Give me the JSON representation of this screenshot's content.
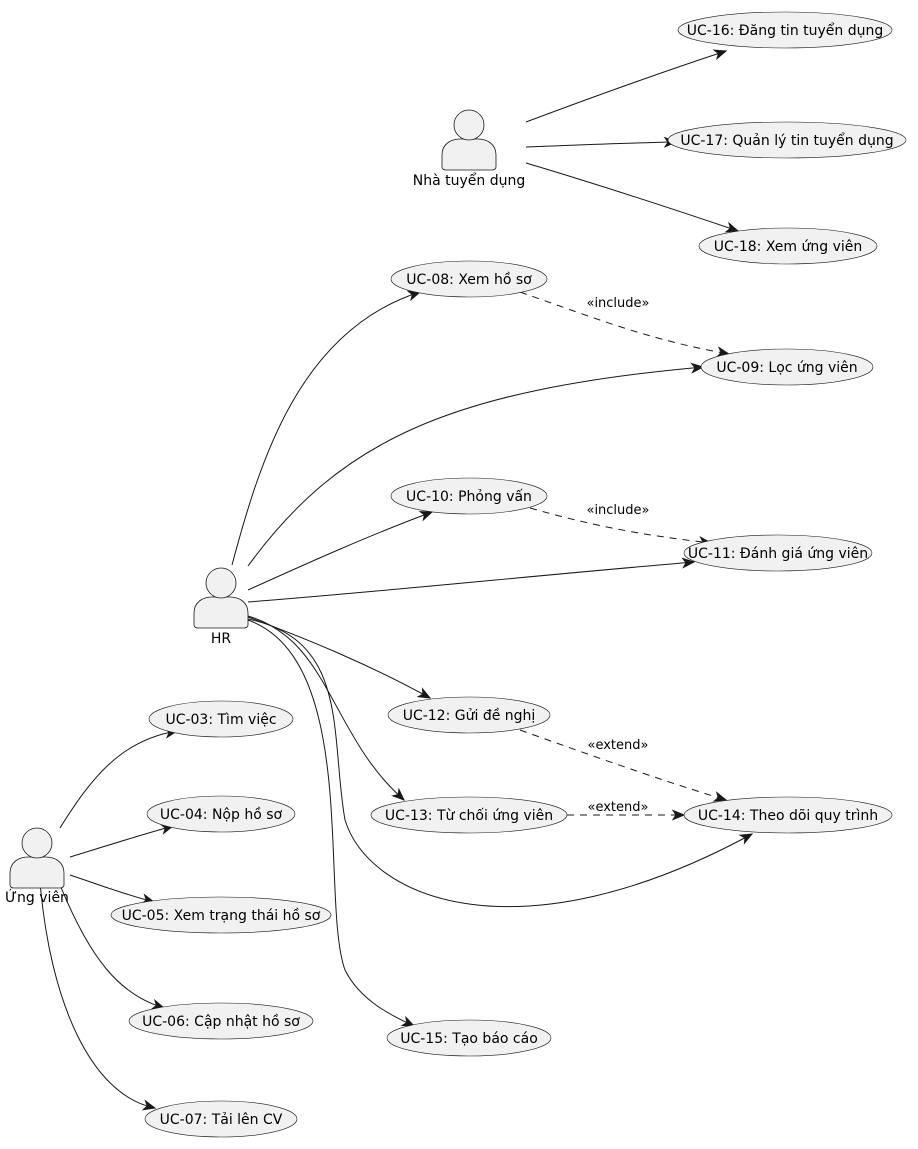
{
  "actors": [
    {
      "id": "recruiter",
      "label": "Nhà tuyển dụng"
    },
    {
      "id": "hr",
      "label": "HR"
    },
    {
      "id": "candidate",
      "label": "Ứng viên"
    }
  ],
  "use_cases": [
    {
      "id": "uc16",
      "label": "UC-16: Đăng tin tuyển dụng"
    },
    {
      "id": "uc17",
      "label": "UC-17: Quản lý tin tuyển dụng"
    },
    {
      "id": "uc18",
      "label": "UC-18: Xem ứng viên"
    },
    {
      "id": "uc08",
      "label": "UC-08: Xem hồ sơ"
    },
    {
      "id": "uc09",
      "label": "UC-09: Lọc ứng viên"
    },
    {
      "id": "uc10",
      "label": "UC-10: Phỏng vấn"
    },
    {
      "id": "uc11",
      "label": "UC-11: Đánh giá ứng viên"
    },
    {
      "id": "uc12",
      "label": "UC-12: Gửi đề nghị"
    },
    {
      "id": "uc13",
      "label": "UC-13: Từ chối ứng viên"
    },
    {
      "id": "uc14",
      "label": "UC-14: Theo dõi quy trình"
    },
    {
      "id": "uc15",
      "label": "UC-15: Tạo báo cáo"
    },
    {
      "id": "uc03",
      "label": "UC-03: Tìm việc"
    },
    {
      "id": "uc04",
      "label": "UC-04: Nộp hồ sơ"
    },
    {
      "id": "uc05",
      "label": "UC-05: Xem trạng thái hồ sơ"
    },
    {
      "id": "uc06",
      "label": "UC-06: Cập nhật hồ sơ"
    },
    {
      "id": "uc07",
      "label": "UC-07: Tải lên CV"
    }
  ],
  "associations": [
    {
      "from": "recruiter",
      "to": "uc16"
    },
    {
      "from": "recruiter",
      "to": "uc17"
    },
    {
      "from": "recruiter",
      "to": "uc18"
    },
    {
      "from": "hr",
      "to": "uc08"
    },
    {
      "from": "hr",
      "to": "uc09"
    },
    {
      "from": "hr",
      "to": "uc10"
    },
    {
      "from": "hr",
      "to": "uc11"
    },
    {
      "from": "hr",
      "to": "uc12"
    },
    {
      "from": "hr",
      "to": "uc13"
    },
    {
      "from": "hr",
      "to": "uc14"
    },
    {
      "from": "hr",
      "to": "uc15"
    },
    {
      "from": "candidate",
      "to": "uc03"
    },
    {
      "from": "candidate",
      "to": "uc04"
    },
    {
      "from": "candidate",
      "to": "uc05"
    },
    {
      "from": "candidate",
      "to": "uc06"
    },
    {
      "from": "candidate",
      "to": "uc07"
    }
  ],
  "relationships": [
    {
      "from": "uc08",
      "to": "uc09",
      "stereotype": "«include»"
    },
    {
      "from": "uc10",
      "to": "uc11",
      "stereotype": "«include»"
    },
    {
      "from": "uc12",
      "to": "uc14",
      "stereotype": "«extend»"
    },
    {
      "from": "uc13",
      "to": "uc14",
      "stereotype": "«extend»"
    }
  ],
  "colors": {
    "fill": "#f1f1f1",
    "stroke": "#181818",
    "text": "#000000",
    "background": "#ffffff"
  }
}
